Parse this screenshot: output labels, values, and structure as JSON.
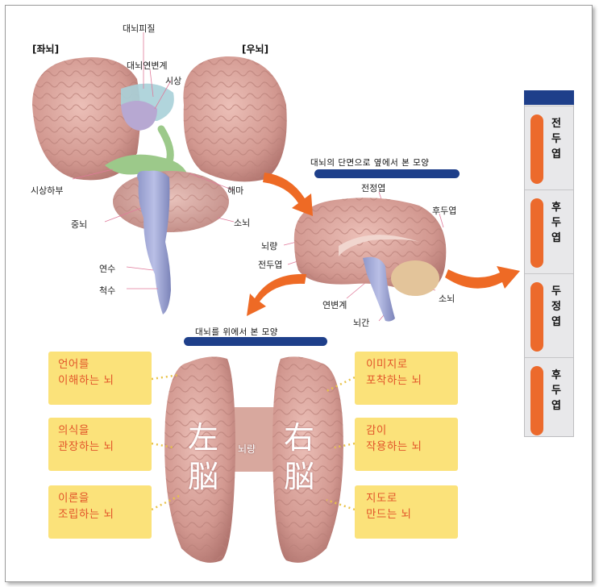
{
  "hemispheres": {
    "left": "[좌뇌]",
    "right": "[우뇌]"
  },
  "side_view_labels": {
    "cortex": "대뇌피질",
    "limbic": "대뇌연변계",
    "thalamus": "시상",
    "hypothalamus": "시상하부",
    "hippocampus": "해마",
    "midbrain": "중뇌",
    "cerebellum": "소뇌",
    "medulla": "연수",
    "spinal_cord": "척수"
  },
  "section_title": "대뇌의 단면으로 옆에서 본 모양",
  "section_labels": {
    "parietal": "전정엽",
    "occipital": "후두엽",
    "corpus_callosum": "뇌량",
    "frontal": "전두엽",
    "cerebellum": "소뇌",
    "limbic": "연변계",
    "brainstem": "뇌간"
  },
  "top_view_title": "대뇌를 위에서 본 모양",
  "top_view": {
    "left_char": "左\n脳",
    "right_char": "右\n脳",
    "bridge": "뇌량"
  },
  "left_boxes": [
    {
      "line1": "언어를",
      "line2": "이해하는 뇌"
    },
    {
      "line1": "의식을",
      "line2": "관장하는 뇌"
    },
    {
      "line1": "이론을",
      "line2": "조립하는 뇌"
    }
  ],
  "right_boxes": [
    {
      "line1": "이미지로",
      "line2": "포착하는 뇌"
    },
    {
      "line1": "감이",
      "line2": "작용하는 뇌"
    },
    {
      "line1": "지도로",
      "line2": "만드는 뇌"
    }
  ],
  "lobes": [
    "전두엽",
    "후두엽",
    "두정엽",
    "후두엽"
  ],
  "colors": {
    "navy": "#1e3f8a",
    "arrow": "#ee6a25",
    "box": "#fbe27a",
    "box_text": "#e2552a",
    "brain": "#d9a19a"
  }
}
